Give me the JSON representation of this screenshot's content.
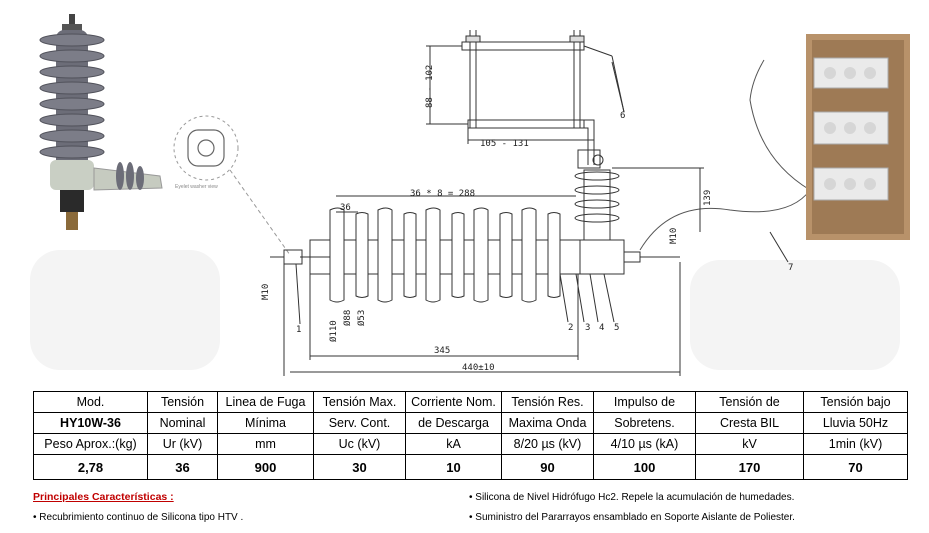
{
  "drawing": {
    "dim_fixing_width": "105 - 131",
    "dim_fixing_height": "88 - 102",
    "dim_arrester_top": "139",
    "dim_sheds": "36 * 8 = 288",
    "dim_shed_pitch": "36",
    "dim_terminal_left": "M10",
    "dim_terminal_right": "M10",
    "dim_dia_large": "Ø110",
    "dim_dia_mid": "Ø88",
    "dim_dia_small": "Ø53",
    "dim_body_length": "345",
    "dim_total_length": "440±10",
    "callouts": [
      "1",
      "2",
      "3",
      "4",
      "5",
      "6",
      "7"
    ],
    "detail_caption": "Eyelet washer view"
  },
  "table": {
    "header_row": [
      "Mod.",
      "Tensión",
      "Linea de Fuga",
      "Tensión Max.",
      "Corriente Nom.",
      "Tensión Res.",
      "Impulso de",
      "Tensión de",
      "Tensión bajo"
    ],
    "sub_row_1": [
      "HY10W-36",
      "Nominal",
      "Mínima",
      "Serv. Cont.",
      "de Descarga",
      "Maxima Onda",
      "Sobretens.",
      "Cresta BIL",
      "Lluvia 50Hz"
    ],
    "sub_row_2": [
      "Peso Aprox.:(kg)",
      "Ur (kV)",
      "mm",
      "Uc (kV)",
      "kA",
      "8/20 µs (kV)",
      "4/10 µs (kA)",
      "kV",
      "1min (kV)"
    ],
    "values": [
      "2,78",
      "36",
      "900",
      "30",
      "10",
      "90",
      "100",
      "170",
      "70"
    ]
  },
  "features": {
    "title": "Principales Características :",
    "left": [
      "• Recubrimiento continuo de Silicona tipo HTV ."
    ],
    "right": [
      "• Silicona de Nivel Hidrófugo Hc2. Repele la acumulación de humedades.",
      "• Suministro del Pararrayos ensamblado en Soporte Aislante de Poliester."
    ]
  },
  "colors": {
    "silicone": "#6c6d78",
    "title_red": "#c00000",
    "cardboard": "#b8926a"
  }
}
